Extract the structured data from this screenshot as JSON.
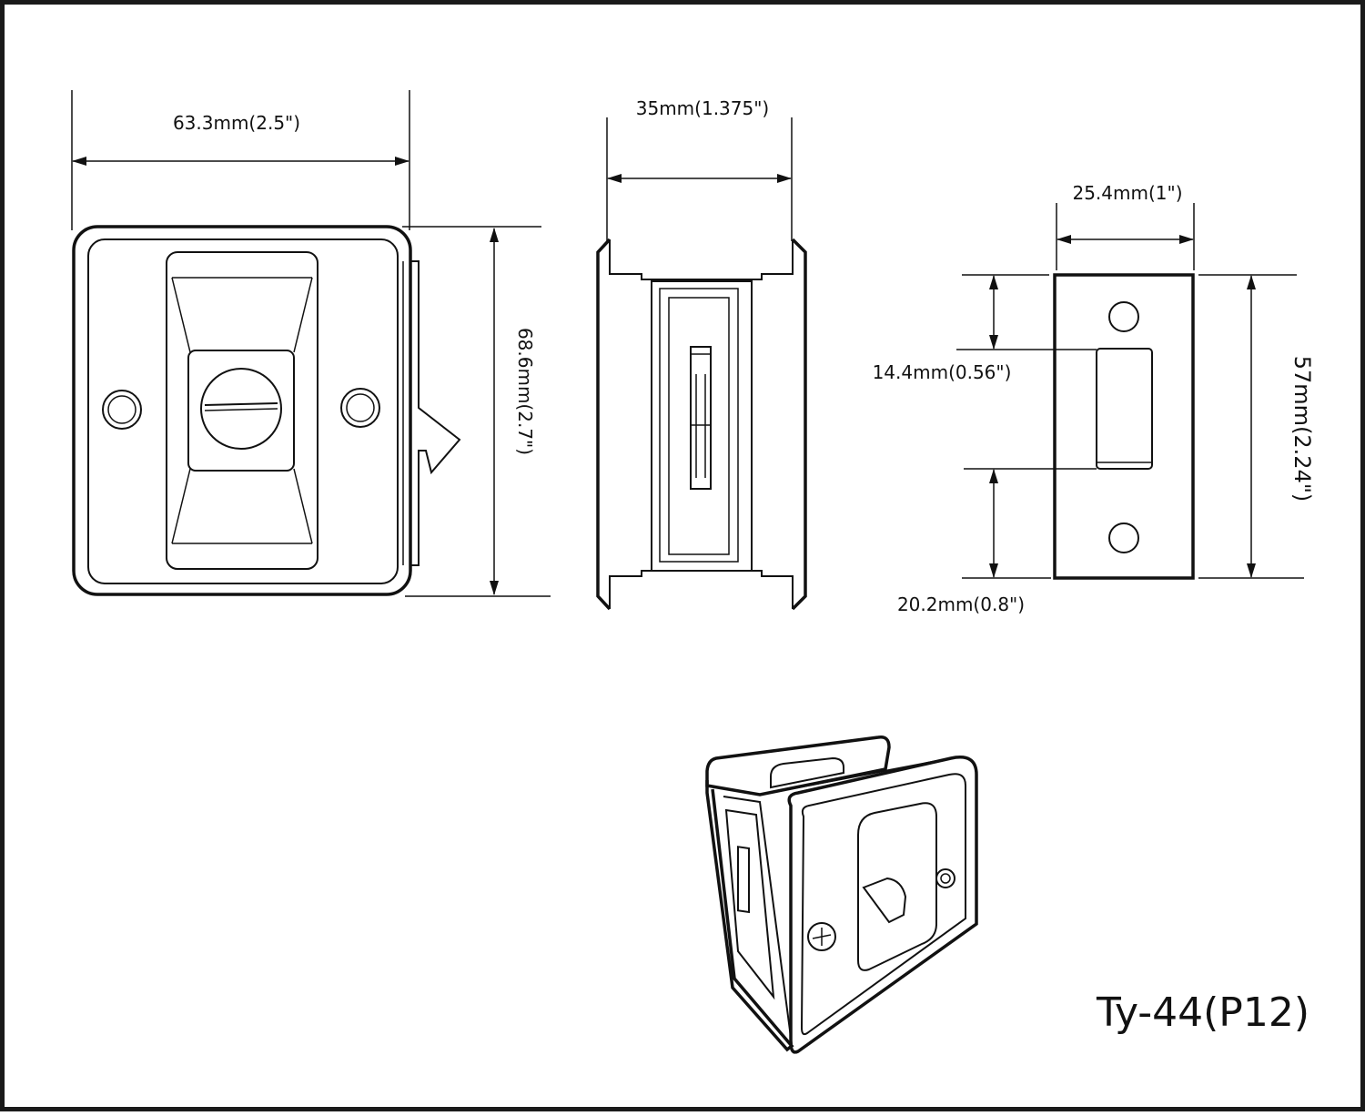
{
  "dimensions": {
    "front_width": "63.3mm(2.5\")",
    "front_height": "68.6mm(2.7\")",
    "edge_width": "35mm(1.375\")",
    "strike_width": "25.4mm(1\")",
    "strike_offset_top": "14.4mm(0.56\")",
    "strike_offset_bottom": "20.2mm(0.8\")",
    "strike_height": "57mm(2.24\")"
  },
  "model": "Ty-44(P12)",
  "colors": {
    "line": "#111111",
    "background": "#ffffff"
  }
}
